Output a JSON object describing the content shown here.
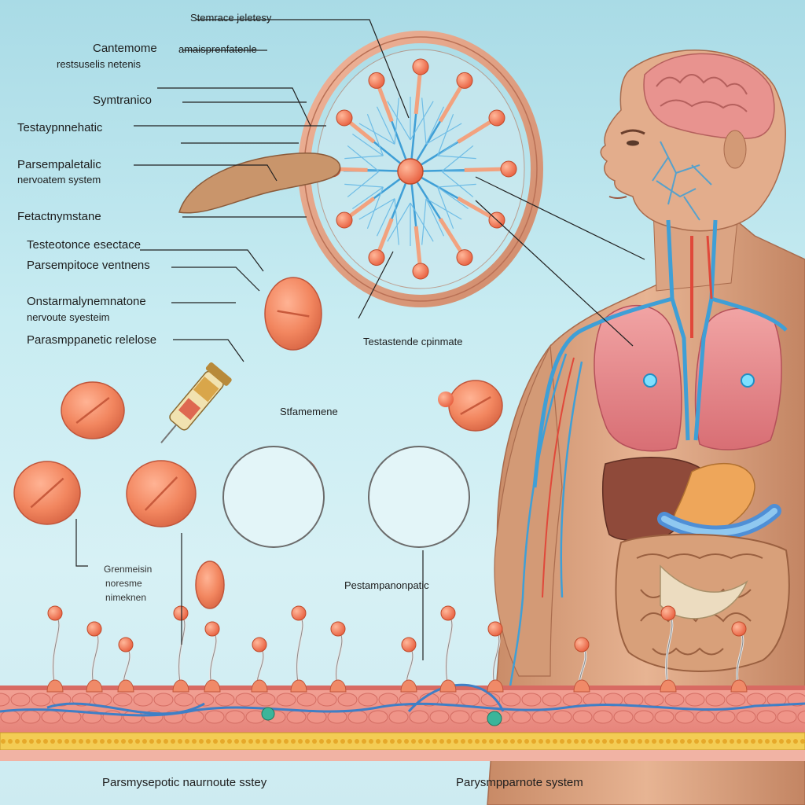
{
  "labels": {
    "top_header": "Stemrace jeletesy",
    "l1": "Cantemome",
    "l1b": "amaisprenfatenle",
    "l2": "restsuselis netenis",
    "l3": "Symtranico",
    "l4": "Testaypnnehatic",
    "l5": "Parsempaletalic",
    "l6": "nervoatem system",
    "l7": "Fetactnymstane",
    "l8": "Testeotonce esectace",
    "l9": "Parsempitoce ventnens",
    "l10": "Onstarmalynemnatone",
    "l11": "nervoute syesteim",
    "l12": "Parasmppanetic relelose",
    "center_caption": "Testastende cpinmate",
    "tablet_caption": "Stfamemene",
    "left_small_1": "Grenmeisin",
    "left_small_2": "noresme",
    "left_small_3": "nimeknen",
    "mid_caption": "Pestampanonpatic",
    "bottom_left": "Parsmysepotic naurnoute sstey",
    "bottom_right": "Parysmpparnote system"
  },
  "colors": {
    "background": "#c8ecf2",
    "nerve_blue": "#3f9fd6",
    "pill_orange": "#f08a68",
    "skin": "#d9a17e",
    "tissue_pink": "#e9857c",
    "fat_yellow": "#f0c94a"
  }
}
